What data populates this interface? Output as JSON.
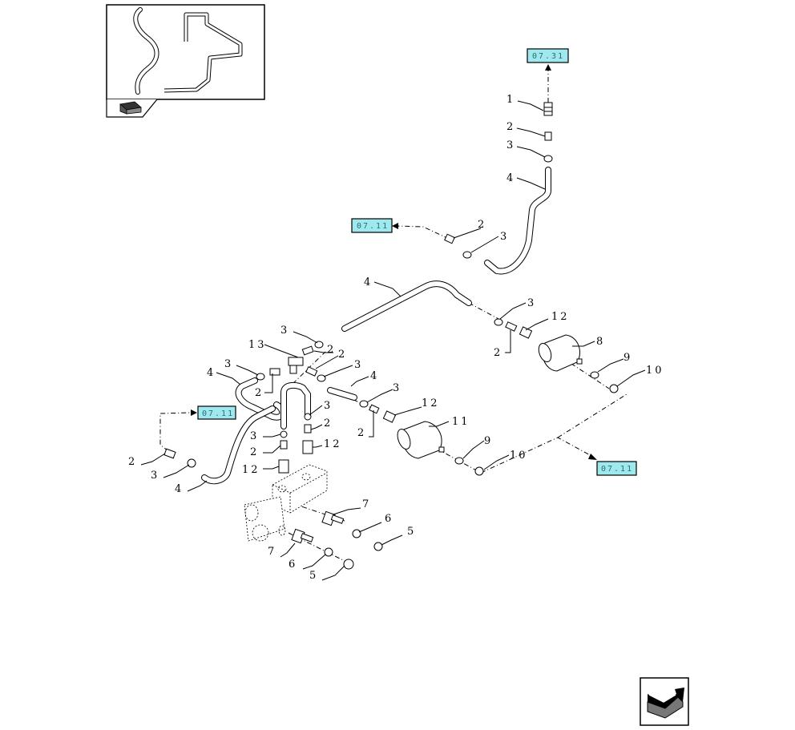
{
  "refs": {
    "top": "07.31",
    "mid": "07.11",
    "left": "07.11",
    "right": "07.11"
  },
  "labels": {
    "t1": "1",
    "t2": "2",
    "t3": "3",
    "t4": "4",
    "m2": "2",
    "m3": "3",
    "c4": "4",
    "c3": "3",
    "c12": "12",
    "c8": "8",
    "c2": "2",
    "c9": "9",
    "c10": "10",
    "l3a": "3",
    "l13": "13",
    "l2a": "2",
    "l2b": "2",
    "l3b": "3",
    "l3c": "3",
    "l2c": "2",
    "l4a": "4",
    "l4b": "4",
    "l3d": "3",
    "l12": "12",
    "l11": "11",
    "l2d": "2",
    "l3e": "3",
    "l2e": "2",
    "l3f": "3",
    "l2f": "2",
    "l12b": "12",
    "l12c": "12",
    "l2g": "2",
    "l3g": "3",
    "l4c": "4",
    "l9": "9",
    "l10": "10",
    "b7a": "7",
    "b6a": "6",
    "b5a": "5",
    "b7b": "7",
    "b6b": "6",
    "b5b": "5"
  },
  "icons": {
    "thumbnail": "tube-assembly-thumbnail-icon",
    "book": "catalog-book-icon",
    "next": "next-page-arrow-icon"
  }
}
